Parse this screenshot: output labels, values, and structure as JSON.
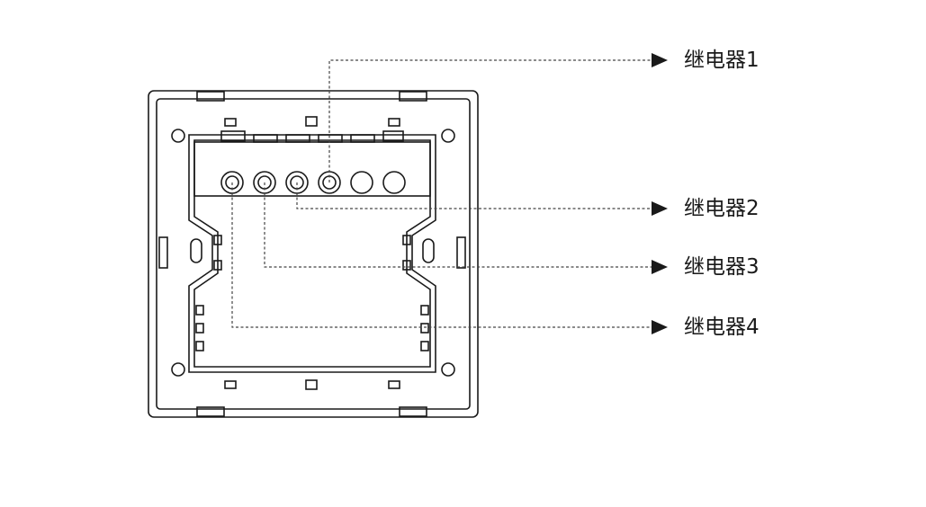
{
  "labels": [
    {
      "id": "relay-1",
      "text": "继电器1"
    },
    {
      "id": "relay-2",
      "text": "继电器2"
    },
    {
      "id": "relay-3",
      "text": "继电器3"
    },
    {
      "id": "relay-4",
      "text": "继电器4"
    }
  ],
  "colors": {
    "line": "#1a1a1a",
    "leader": "#444444",
    "text": "#1a1a1a"
  }
}
